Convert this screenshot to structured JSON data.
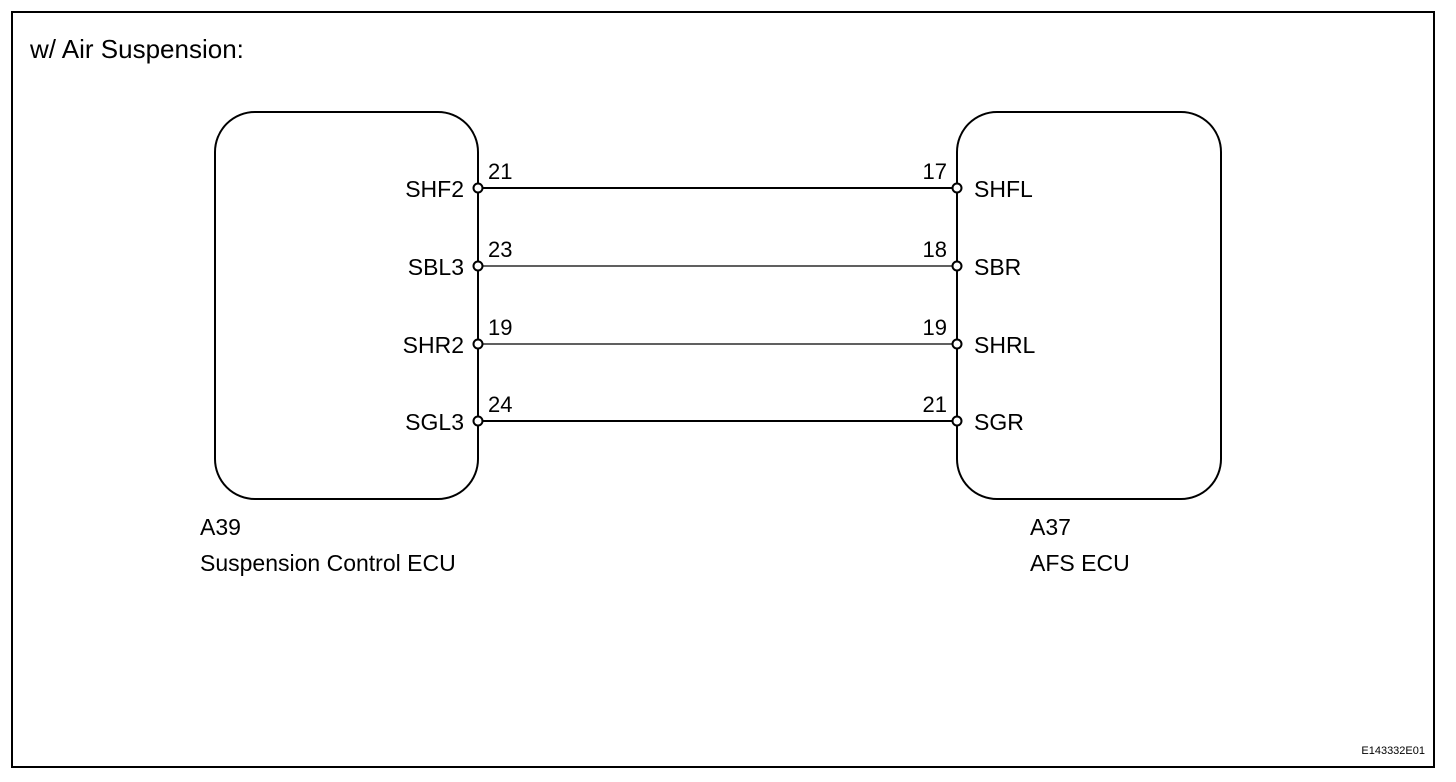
{
  "title": "w/ Air Suspension:",
  "ecus": {
    "left": {
      "code": "A39",
      "name": "Suspension Control ECU"
    },
    "right": {
      "code": "A37",
      "name": "AFS ECU"
    }
  },
  "connections": [
    {
      "left_pin": "21",
      "left_signal": "SHF2",
      "right_pin": "17",
      "right_signal": "SHFL"
    },
    {
      "left_pin": "23",
      "left_signal": "SBL3",
      "right_pin": "18",
      "right_signal": "SBR"
    },
    {
      "left_pin": "19",
      "left_signal": "SHR2",
      "right_pin": "19",
      "right_signal": "SHRL"
    },
    {
      "left_pin": "24",
      "left_signal": "SGL3",
      "right_pin": "21",
      "right_signal": "SGR"
    }
  ],
  "figure_ref": "E143332E01"
}
